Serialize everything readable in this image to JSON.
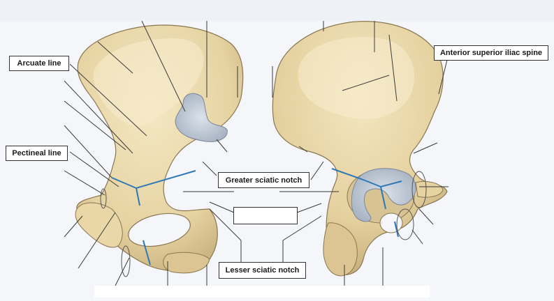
{
  "labels": {
    "arcuate_line": "Arcuate line",
    "pectineal_line": "Pectineal line",
    "greater_sciatic_notch": "Greater sciatic notch",
    "lesser_sciatic_notch": "Lesser sciatic notch",
    "anterior_superior_iliac_spine": "Anterior superior iliac spine"
  },
  "colors": {
    "background": "#f4f6f9",
    "bone_fill": "#ecdcb0",
    "bone_shadow": "#cdb888",
    "bone_outline": "#8a7650",
    "auricular_surface": "#c2ccd8",
    "suture_lines": "#2f78b8",
    "leader_lines": "#3a3a3a"
  }
}
